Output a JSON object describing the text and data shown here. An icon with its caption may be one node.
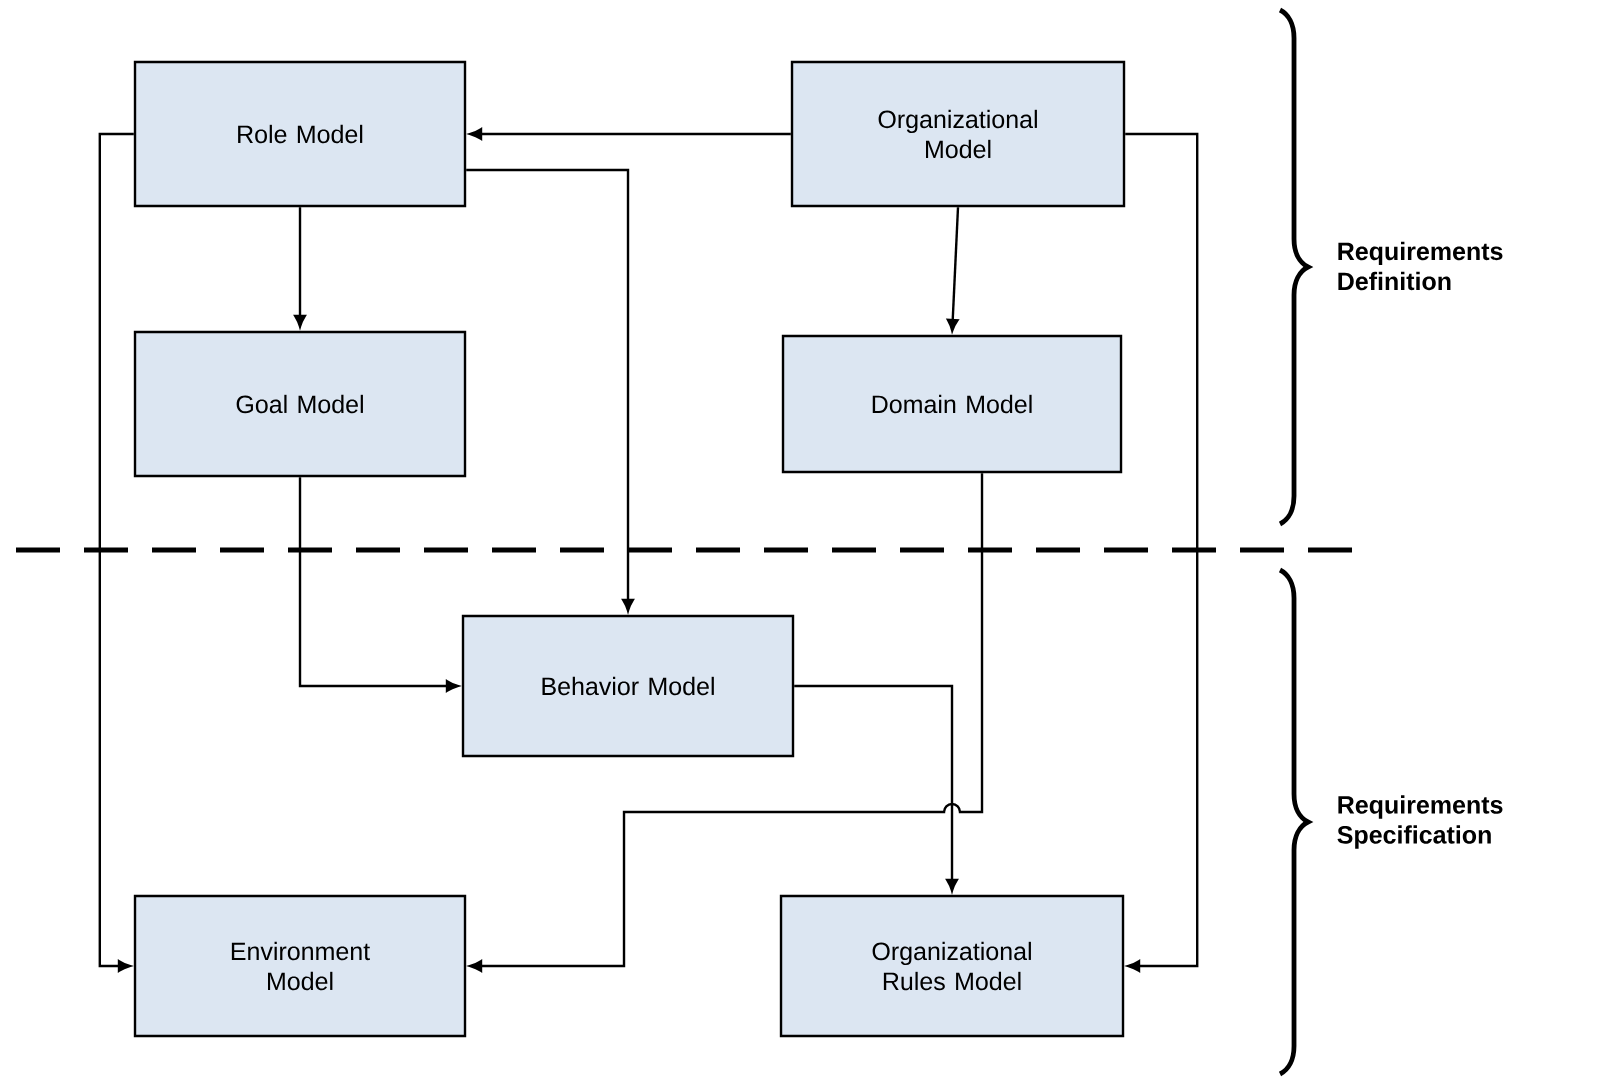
{
  "diagram": {
    "nodes": [
      {
        "text": [
          "Role Model"
        ]
      },
      {
        "text": [
          "Organizational Model"
        ]
      },
      {
        "text": [
          "Goal Model"
        ]
      },
      {
        "text": [
          "Domain Model"
        ]
      },
      {
        "text": [
          "Behavior Model"
        ]
      },
      {
        "text": [
          "Environment Model"
        ]
      },
      {
        "text": [
          "Organizational Rules Model"
        ]
      }
    ],
    "edges": [
      {
        "from": 1,
        "to": 0,
        "arrow": "to"
      },
      {
        "from": 0,
        "to": 2,
        "arrow": "to"
      },
      {
        "from": 1,
        "to": 3,
        "arrow": "to"
      },
      {
        "from": 0,
        "to": 4,
        "arrow": "to"
      },
      {
        "from": 2,
        "to": 4,
        "arrow": "to"
      },
      {
        "from": 0,
        "to": 5,
        "arrow": "to"
      },
      {
        "from": 4,
        "to": 6,
        "arrow": "to"
      },
      {
        "from": 3,
        "to": 5,
        "arrow": "to"
      },
      {
        "from": 1,
        "to": 6,
        "arrow": "to"
      }
    ],
    "labels": [
      "Requirements Definition",
      "Requirements Specification"
    ]
  }
}
